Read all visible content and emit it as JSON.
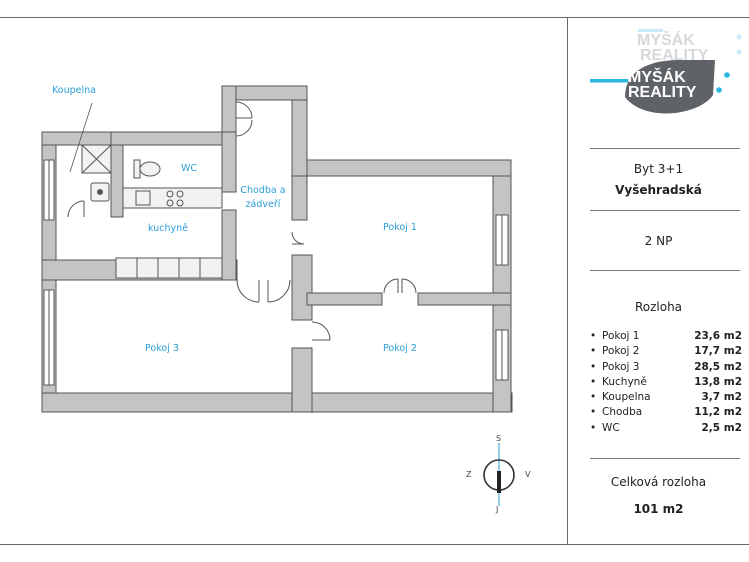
{
  "logo": {
    "ghost_line1": "MYŠÁK",
    "ghost_line2": "REALITY",
    "line1": "MYŠÁK",
    "line2": "REALITY",
    "color_dark": "#5f6368",
    "color_accent": "#29b6e3"
  },
  "plan_labels": {
    "bathroom": "Koupelna",
    "wc": "WC",
    "hall_line1": "Chodba a",
    "hall_line2": "zádveří",
    "kitchen": "kuchyně",
    "room1": "Pokoj 1",
    "room2": "Pokoj 2",
    "room3": "Pokoj 3"
  },
  "compass": {
    "north": "S",
    "south": "J",
    "west": "Z",
    "east": "V"
  },
  "info": {
    "flat_type": "Byt 3+1",
    "street": "Vyšehradská",
    "floor": "2 NP",
    "area_heading": "Rozloha",
    "bullet": "•",
    "areas": [
      {
        "name": "Pokoj 1",
        "value": "23,6 m2"
      },
      {
        "name": "Pokoj 2",
        "value": "17,7 m2"
      },
      {
        "name": "Pokoj 3",
        "value": "28,5 m2"
      },
      {
        "name": "Kuchyně",
        "value": "13,8 m2"
      },
      {
        "name": "Koupelna",
        "value": "3,7 m2"
      },
      {
        "name": "Chodba",
        "value": "11,2 m2"
      },
      {
        "name": "WC",
        "value": "2,5 m2"
      }
    ],
    "total_label": "Celková rozloha",
    "total_value": "101 m2"
  },
  "colors": {
    "wall": "#c4c4c4",
    "wall_stroke": "#555555",
    "label_blue": "#2a9fd6"
  }
}
